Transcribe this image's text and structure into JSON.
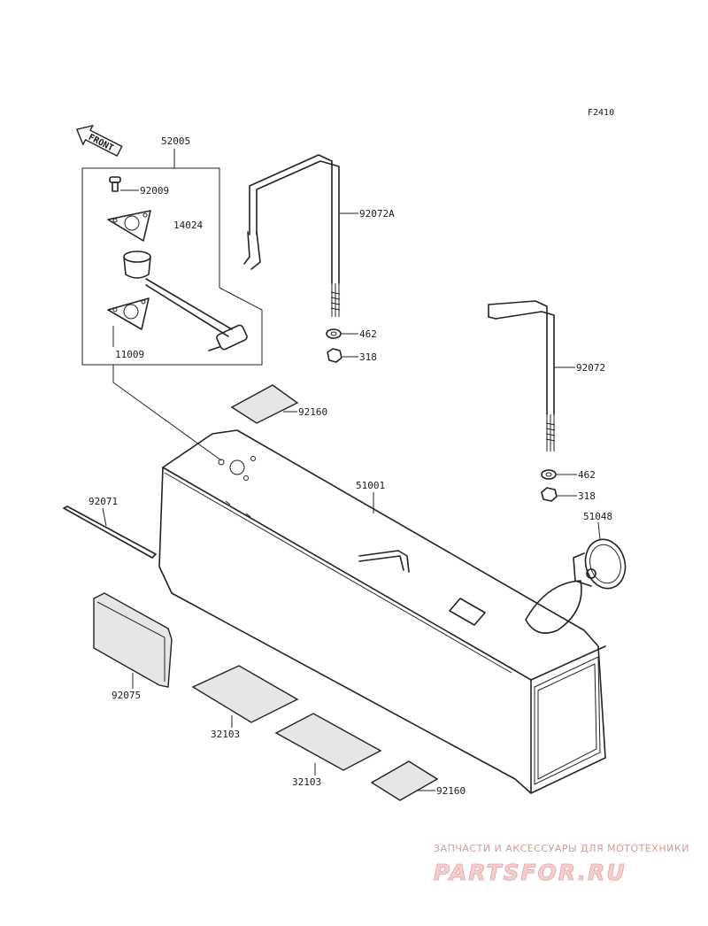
{
  "diagram_code": "F2410",
  "front_arrow_label": "FRONT",
  "parts": {
    "p52005": "52005",
    "p92009": "92009",
    "p14024": "14024",
    "p11009": "11009",
    "p92072A": "92072A",
    "p462_a": "462",
    "p318_a": "318",
    "p92072": "92072",
    "p462_b": "462",
    "p318_b": "318",
    "p51048": "51048",
    "p92160_a": "92160",
    "p51001": "51001",
    "p92071": "92071",
    "p92075": "92075",
    "p32103_a": "32103",
    "p32103_b": "32103",
    "p92160_b": "92160"
  },
  "watermark": {
    "tagline": "ЗАПЧАСТИ И АКСЕССУАРЫ ДЛЯ МОТОТЕХНИКИ",
    "logo": "PARTSFOR.RU"
  }
}
